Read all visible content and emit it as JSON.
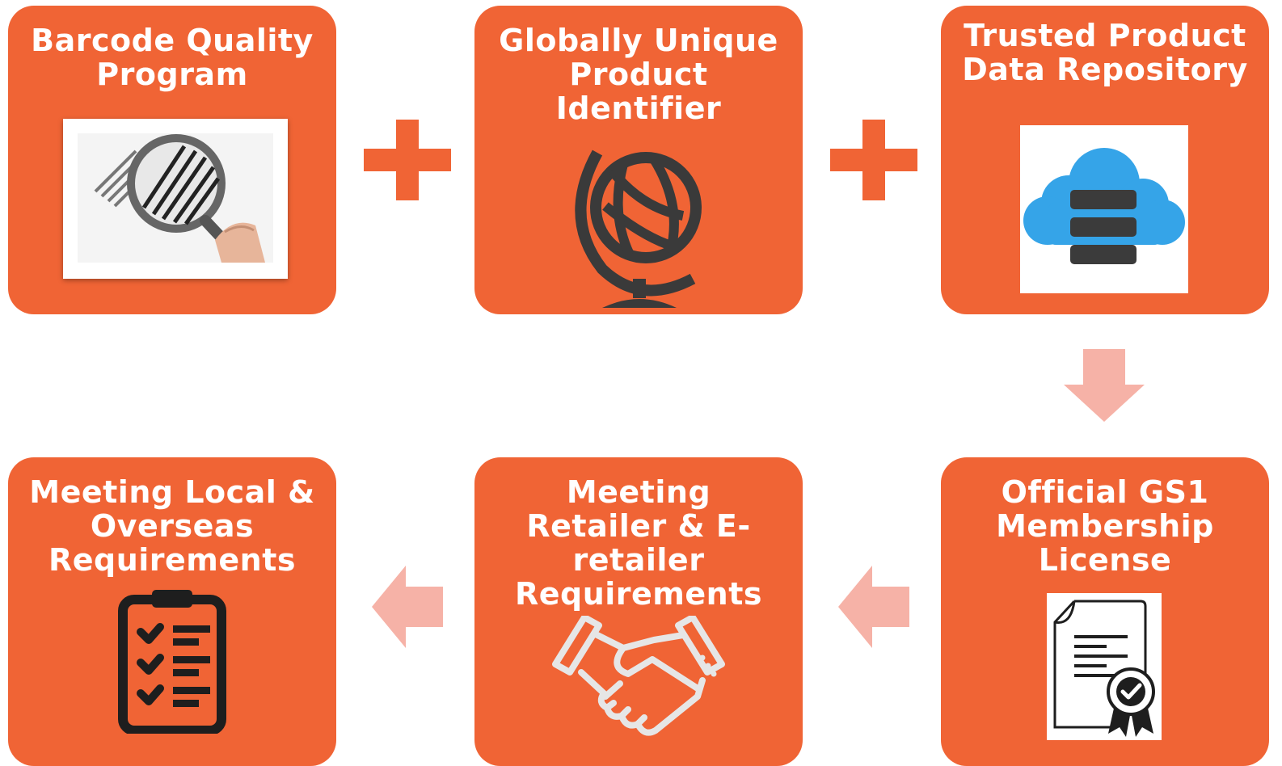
{
  "colors": {
    "card": "#f06435",
    "arrow": "#f6b2a7",
    "white": "#ffffff"
  },
  "cards": [
    {
      "title": "Barcode Quality\nProgram",
      "icon": "magnifier-barcode-photo"
    },
    {
      "title": "Globally Unique\nProduct\nIdentifier",
      "icon": "globe-icon"
    },
    {
      "title": "Trusted Product\nData Repository",
      "icon": "cloud-database-icon"
    },
    {
      "title": "Official GS1\nMembership\nLicense",
      "icon": "certificate-icon"
    },
    {
      "title": "Meeting\nRetailer & E-\nretailer\nRequirements",
      "icon": "handshake-icon"
    },
    {
      "title": "Meeting Local &\nOverseas\nRequirements",
      "icon": "checklist-clipboard-icon"
    }
  ],
  "connectors": [
    "plus",
    "plus",
    "arrow-down",
    "arrow-left",
    "arrow-left"
  ]
}
